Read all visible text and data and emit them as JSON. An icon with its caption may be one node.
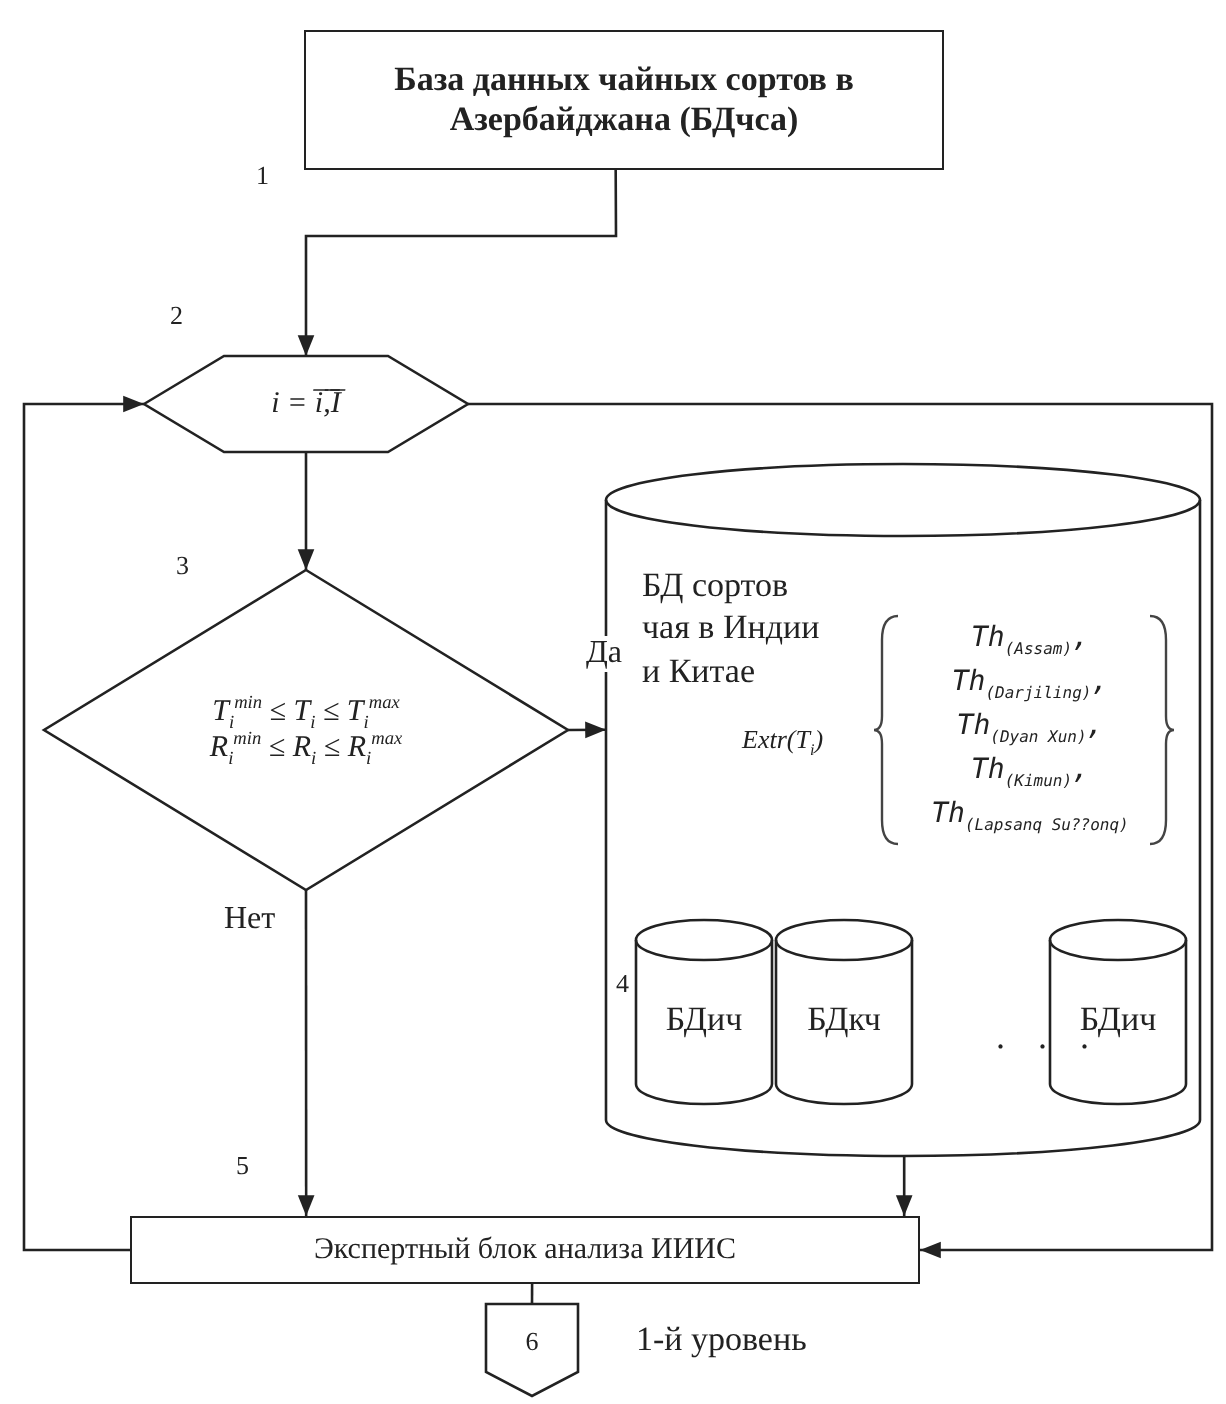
{
  "diagram": {
    "nodes": [
      {
        "text": [
          "База данных чайных сортов в Азербайджана (БДчса)"
        ],
        "beside": [
          "1"
        ]
      },
      {
        "text": [
          "i = i̅,̅I̅"
        ],
        "beside": [
          "2"
        ]
      },
      {
        "text": [
          "T$_{i}$$^{min}$ ≤ T$_{i}$ ≤ T$_{i}$$^{max}$",
          "R$_{i}$$^{min}$ ≤ R$_{i}$ ≤ R$_{i}$$^{max}$"
        ],
        "beside": [
          "3"
        ]
      },
      {
        "text": [
          "БД сортов чая в Индии и Китае",
          "Extr(T$_{i}$)",
          "Th$_{(Assam)}$,",
          "Th$_{(Darjiling)}$,",
          "Th$_{(Dyan Xun)}$,",
          "Th$_{(Kimun)}$,",
          "Th$_{(Lapsanq Su??onq)}$"
        ],
        "beside": [
          "4"
        ]
      },
      {
        "text": [
          "БДич"
        ],
        "in": 3
      },
      {
        "text": [
          "БДкч"
        ],
        "in": 3
      },
      {
        "text": [
          "БДич"
        ],
        "in": 3
      },
      {
        "text": [
          "Экспертный блок анализа ИИИС"
        ],
        "beside": [
          "5"
        ]
      },
      {
        "text": [
          "6"
        ],
        "beside": [
          "1-й уровень"
        ]
      }
    ],
    "edges": [
      {
        "from": 0,
        "to": 1,
        "arrow": "to"
      },
      {
        "from": 1,
        "to": 2,
        "arrow": "to"
      },
      {
        "from": 2,
        "to": 3,
        "arrow": "to",
        "label": "Да"
      },
      {
        "from": 2,
        "to": 7,
        "arrow": "to",
        "label": "Нет"
      },
      {
        "from": 3,
        "to": 7,
        "arrow": "to"
      },
      {
        "from": 7,
        "to": 1,
        "arrow": "to"
      },
      {
        "from": 1,
        "to": 7,
        "arrow": "to"
      },
      {
        "from": 7,
        "to": 8,
        "arrow": "none"
      }
    ],
    "labels": [
      ". . ."
    ]
  }
}
